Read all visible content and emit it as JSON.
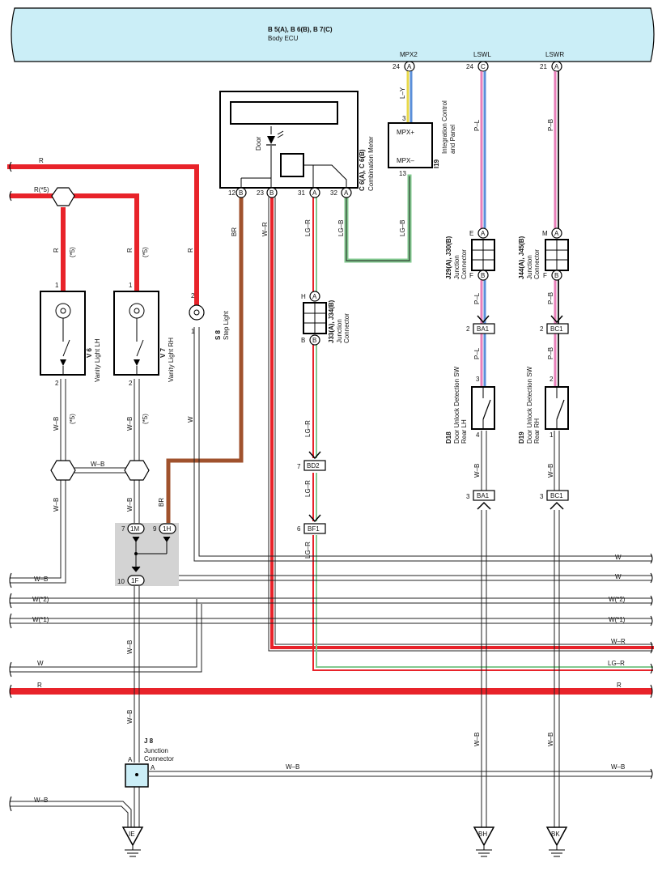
{
  "ecu": {
    "code": "B 5(A), B 6(B), B 7(C)",
    "name": "Body ECU",
    "terminals": [
      {
        "name": "MPX2",
        "pin": "24",
        "conn": "A"
      },
      {
        "name": "LSWL",
        "pin": "24",
        "conn": "C"
      },
      {
        "name": "LSWR",
        "pin": "21",
        "conn": "A"
      }
    ]
  },
  "combination_meter": {
    "code": "C 6(A), C 6(B)",
    "name": "Combination Meter",
    "door_label": "Door",
    "pins": [
      {
        "pin": "12",
        "conn": "B"
      },
      {
        "pin": "23",
        "conn": "B"
      },
      {
        "pin": "31",
        "conn": "A"
      },
      {
        "pin": "32",
        "conn": "A"
      }
    ]
  },
  "integration_panel": {
    "code": "I19",
    "name_line1": "Integration Control",
    "name_line2": "and Panel",
    "term_plus": "MPX+",
    "term_minus": "MPX–",
    "pin_top": "3",
    "pin_bottom": "13"
  },
  "vanity_lh": {
    "code": "V 6",
    "name": "Vanity Light LH",
    "pin_top": "1",
    "pin_bottom": "2"
  },
  "vanity_rh": {
    "code": "V 7",
    "name": "Vanity Light RH",
    "pin_top": "1",
    "pin_bottom": "2"
  },
  "step_light": {
    "code": "S 8",
    "name": "Step Light",
    "pin_top": "2",
    "pin_bottom": "1"
  },
  "junction_j33": {
    "code": "J33(A), J34(B)",
    "name_line1": "Junction",
    "name_line2": "Connector",
    "top": "H",
    "bottom": "B",
    "conn_top": "A",
    "conn_bottom": "B"
  },
  "junction_j29": {
    "code": "J29(A), J30(B)",
    "name_line1": "Junction",
    "name_line2": "Connector",
    "top": "E",
    "bottom": "F",
    "conn_top": "A",
    "conn_bottom": "B"
  },
  "junction_j44": {
    "code": "J44(A), J45(B)",
    "name_line1": "Junction",
    "name_line2": "Connector",
    "top": "M",
    "bottom": "F",
    "conn_top": "A",
    "conn_bottom": "B"
  },
  "junction_j8": {
    "code": "J 8",
    "name_line1": "Junction",
    "name_line2": "Connector",
    "pin_left": "A",
    "pin_right": "A"
  },
  "door_sw_lh": {
    "code": "D18",
    "name_line1": "Door Unlock Detection SW",
    "name_line2": "Rear LH",
    "pin_top": "3",
    "pin_bottom": "4"
  },
  "door_sw_rh": {
    "code": "D19",
    "name_line1": "Door Unlock Detection SW",
    "name_line2": "Rear RH",
    "pin_top": "2",
    "pin_bottom": "1"
  },
  "connectors": {
    "bd2": {
      "pin": "7",
      "label": "BD2"
    },
    "bf1": {
      "pin": "6",
      "label": "BF1"
    },
    "ba1_top": {
      "pin": "2",
      "label": "BA1"
    },
    "ba1_bottom": {
      "pin": "3",
      "label": "BA1"
    },
    "bc1_top": {
      "pin": "2",
      "label": "BC1"
    },
    "bc1_bottom": {
      "pin": "3",
      "label": "BC1"
    },
    "c1m": {
      "pin": "7",
      "label": "1M"
    },
    "c1h": {
      "pin": "9",
      "label": "1H"
    },
    "c1f": {
      "pin": "10",
      "label": "1F"
    }
  },
  "grounds": {
    "ie": "IE",
    "bh": "BH",
    "bk": "BK"
  },
  "wire_labels": {
    "r": "R",
    "r5": "R(*5)",
    "star5": "(*5)",
    "br": "BR",
    "wr": "W–R",
    "lgr": "LG–R",
    "lgb": "LG–B",
    "ly": "L–Y",
    "pl": "P–L",
    "pb": "P–B",
    "wb": "W–B",
    "w": "W",
    "w2": "W(*2)",
    "w1": "W(*1)"
  },
  "colors": {
    "ecu_fill": "#cbeef7",
    "red": "#e8232a",
    "brown": "#a0522d",
    "green": "#82c98f",
    "pink": "#e87fb9",
    "blue": "#5b8fd9",
    "yellow": "#e8d84a",
    "junction_shade": "#d3d3d3"
  }
}
